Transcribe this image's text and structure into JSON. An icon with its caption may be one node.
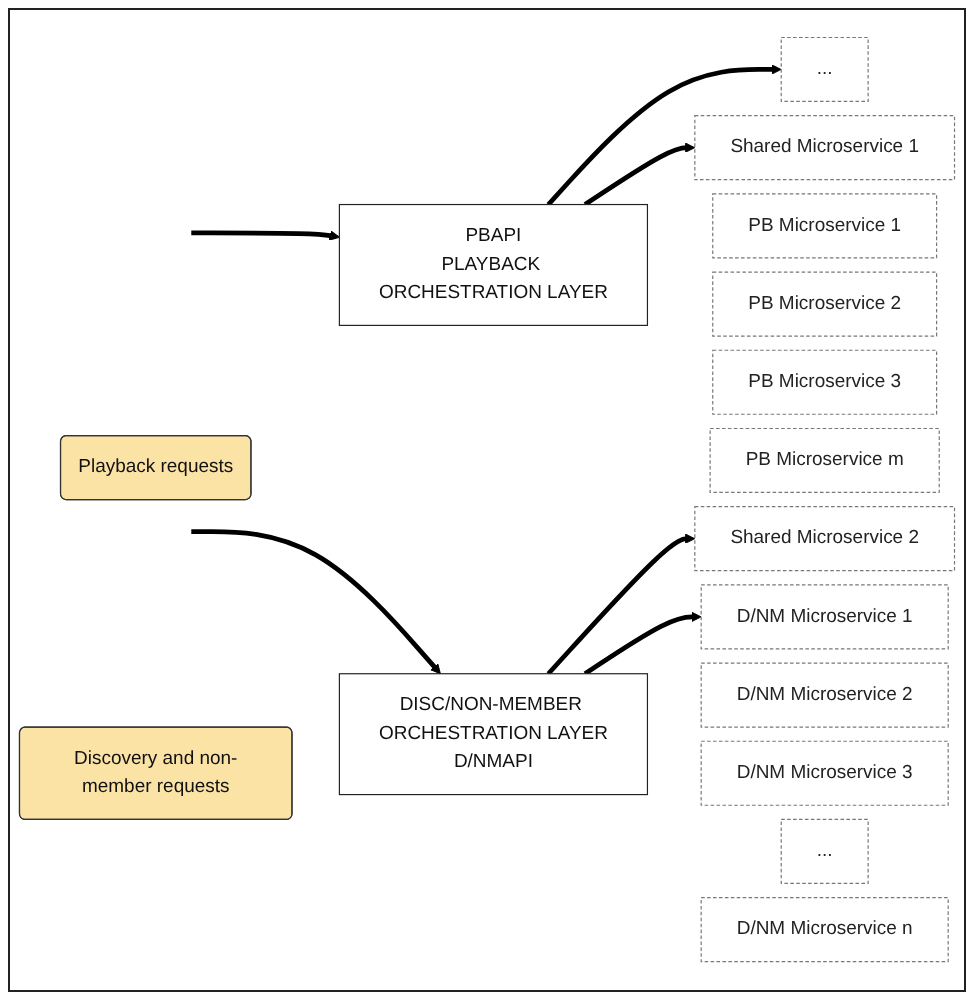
{
  "diagram": {
    "nodes": [
      {
        "text": [
          "Playback requests"
        ]
      },
      {
        "text": [
          "PBAPI",
          "PLAYBACK ORCHESTRATION LAYER"
        ]
      },
      {
        "text": [
          "Discovery and non-member requests"
        ]
      },
      {
        "text": [
          "DISC/NON-MEMBER ORCHESTRATION LAYER",
          "D/NMAPI"
        ]
      },
      {
        "text": [
          "PB Microservice 1"
        ]
      },
      {
        "text": [
          "PB Microservice 2"
        ]
      },
      {
        "text": [
          "PB Microservice 3"
        ]
      },
      {
        "text": [
          "..."
        ]
      },
      {
        "text": [
          "PB Microservice m"
        ]
      },
      {
        "text": [
          "Shared Microservice 1"
        ]
      },
      {
        "text": [
          "Shared Microservice 2"
        ]
      },
      {
        "text": [
          "D/NM Microservice 1"
        ]
      },
      {
        "text": [
          "D/NM Microservice 2"
        ]
      },
      {
        "text": [
          "D/NM Microservice 3"
        ]
      },
      {
        "text": [
          "..."
        ]
      },
      {
        "text": [
          "D/NM Microservice n"
        ]
      }
    ],
    "edges": [
      {
        "from": null,
        "to": 1,
        "arrow": "to"
      },
      {
        "from": null,
        "to": 3,
        "arrow": "to"
      },
      {
        "from": 1,
        "to": 7,
        "arrow": "to"
      },
      {
        "from": 1,
        "to": 9,
        "arrow": "to"
      },
      {
        "from": 3,
        "to": 10,
        "arrow": "to"
      },
      {
        "from": 3,
        "to": 11,
        "arrow": "to"
      }
    ]
  }
}
